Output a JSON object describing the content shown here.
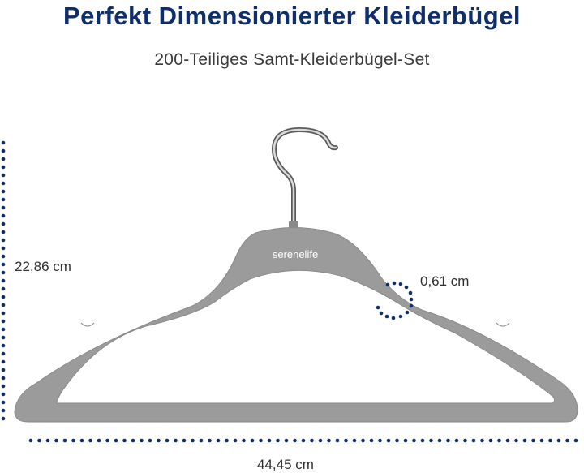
{
  "title": "Perfekt Dimensionierter Kleiderbügel",
  "subtitle": "200-Teiliges Samt-Kleiderbügel-Set",
  "dimensions": {
    "height": "22,86 cm",
    "width": "44,45 cm",
    "thickness": "0,61 cm"
  },
  "brand": "serenelife",
  "colors": {
    "title": "#0f2f6b",
    "dots": "#0f2f6b",
    "hanger": "#9b9b9b"
  }
}
